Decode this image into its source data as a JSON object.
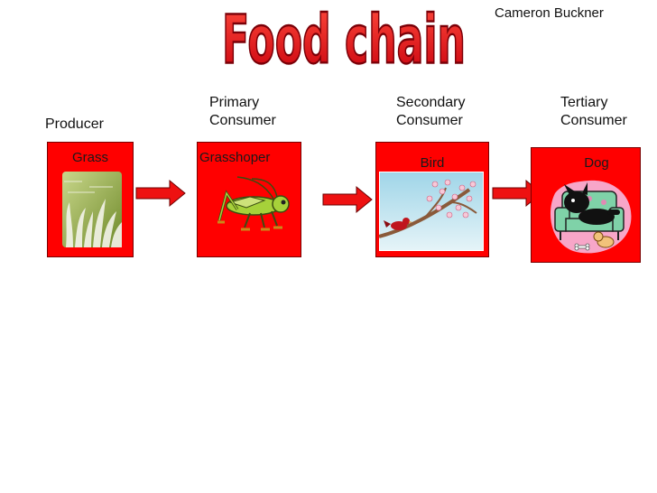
{
  "author": "Cameron Buckner",
  "title": "Food chain",
  "levels": {
    "producer": "Producer",
    "primary": [
      "Primary",
      "Consumer"
    ],
    "secondary": [
      "Secondary",
      "Consumer"
    ],
    "tertiary": [
      "Tertiary",
      "Consumer"
    ]
  },
  "cards": {
    "grass": "Grass",
    "grasshopper": "Grasshoper",
    "bird": "Bird",
    "dog": "Dog"
  },
  "colors": {
    "card_red": "#ff0000",
    "arrow_red": "#ee1111",
    "title_red": "#e8141b"
  }
}
